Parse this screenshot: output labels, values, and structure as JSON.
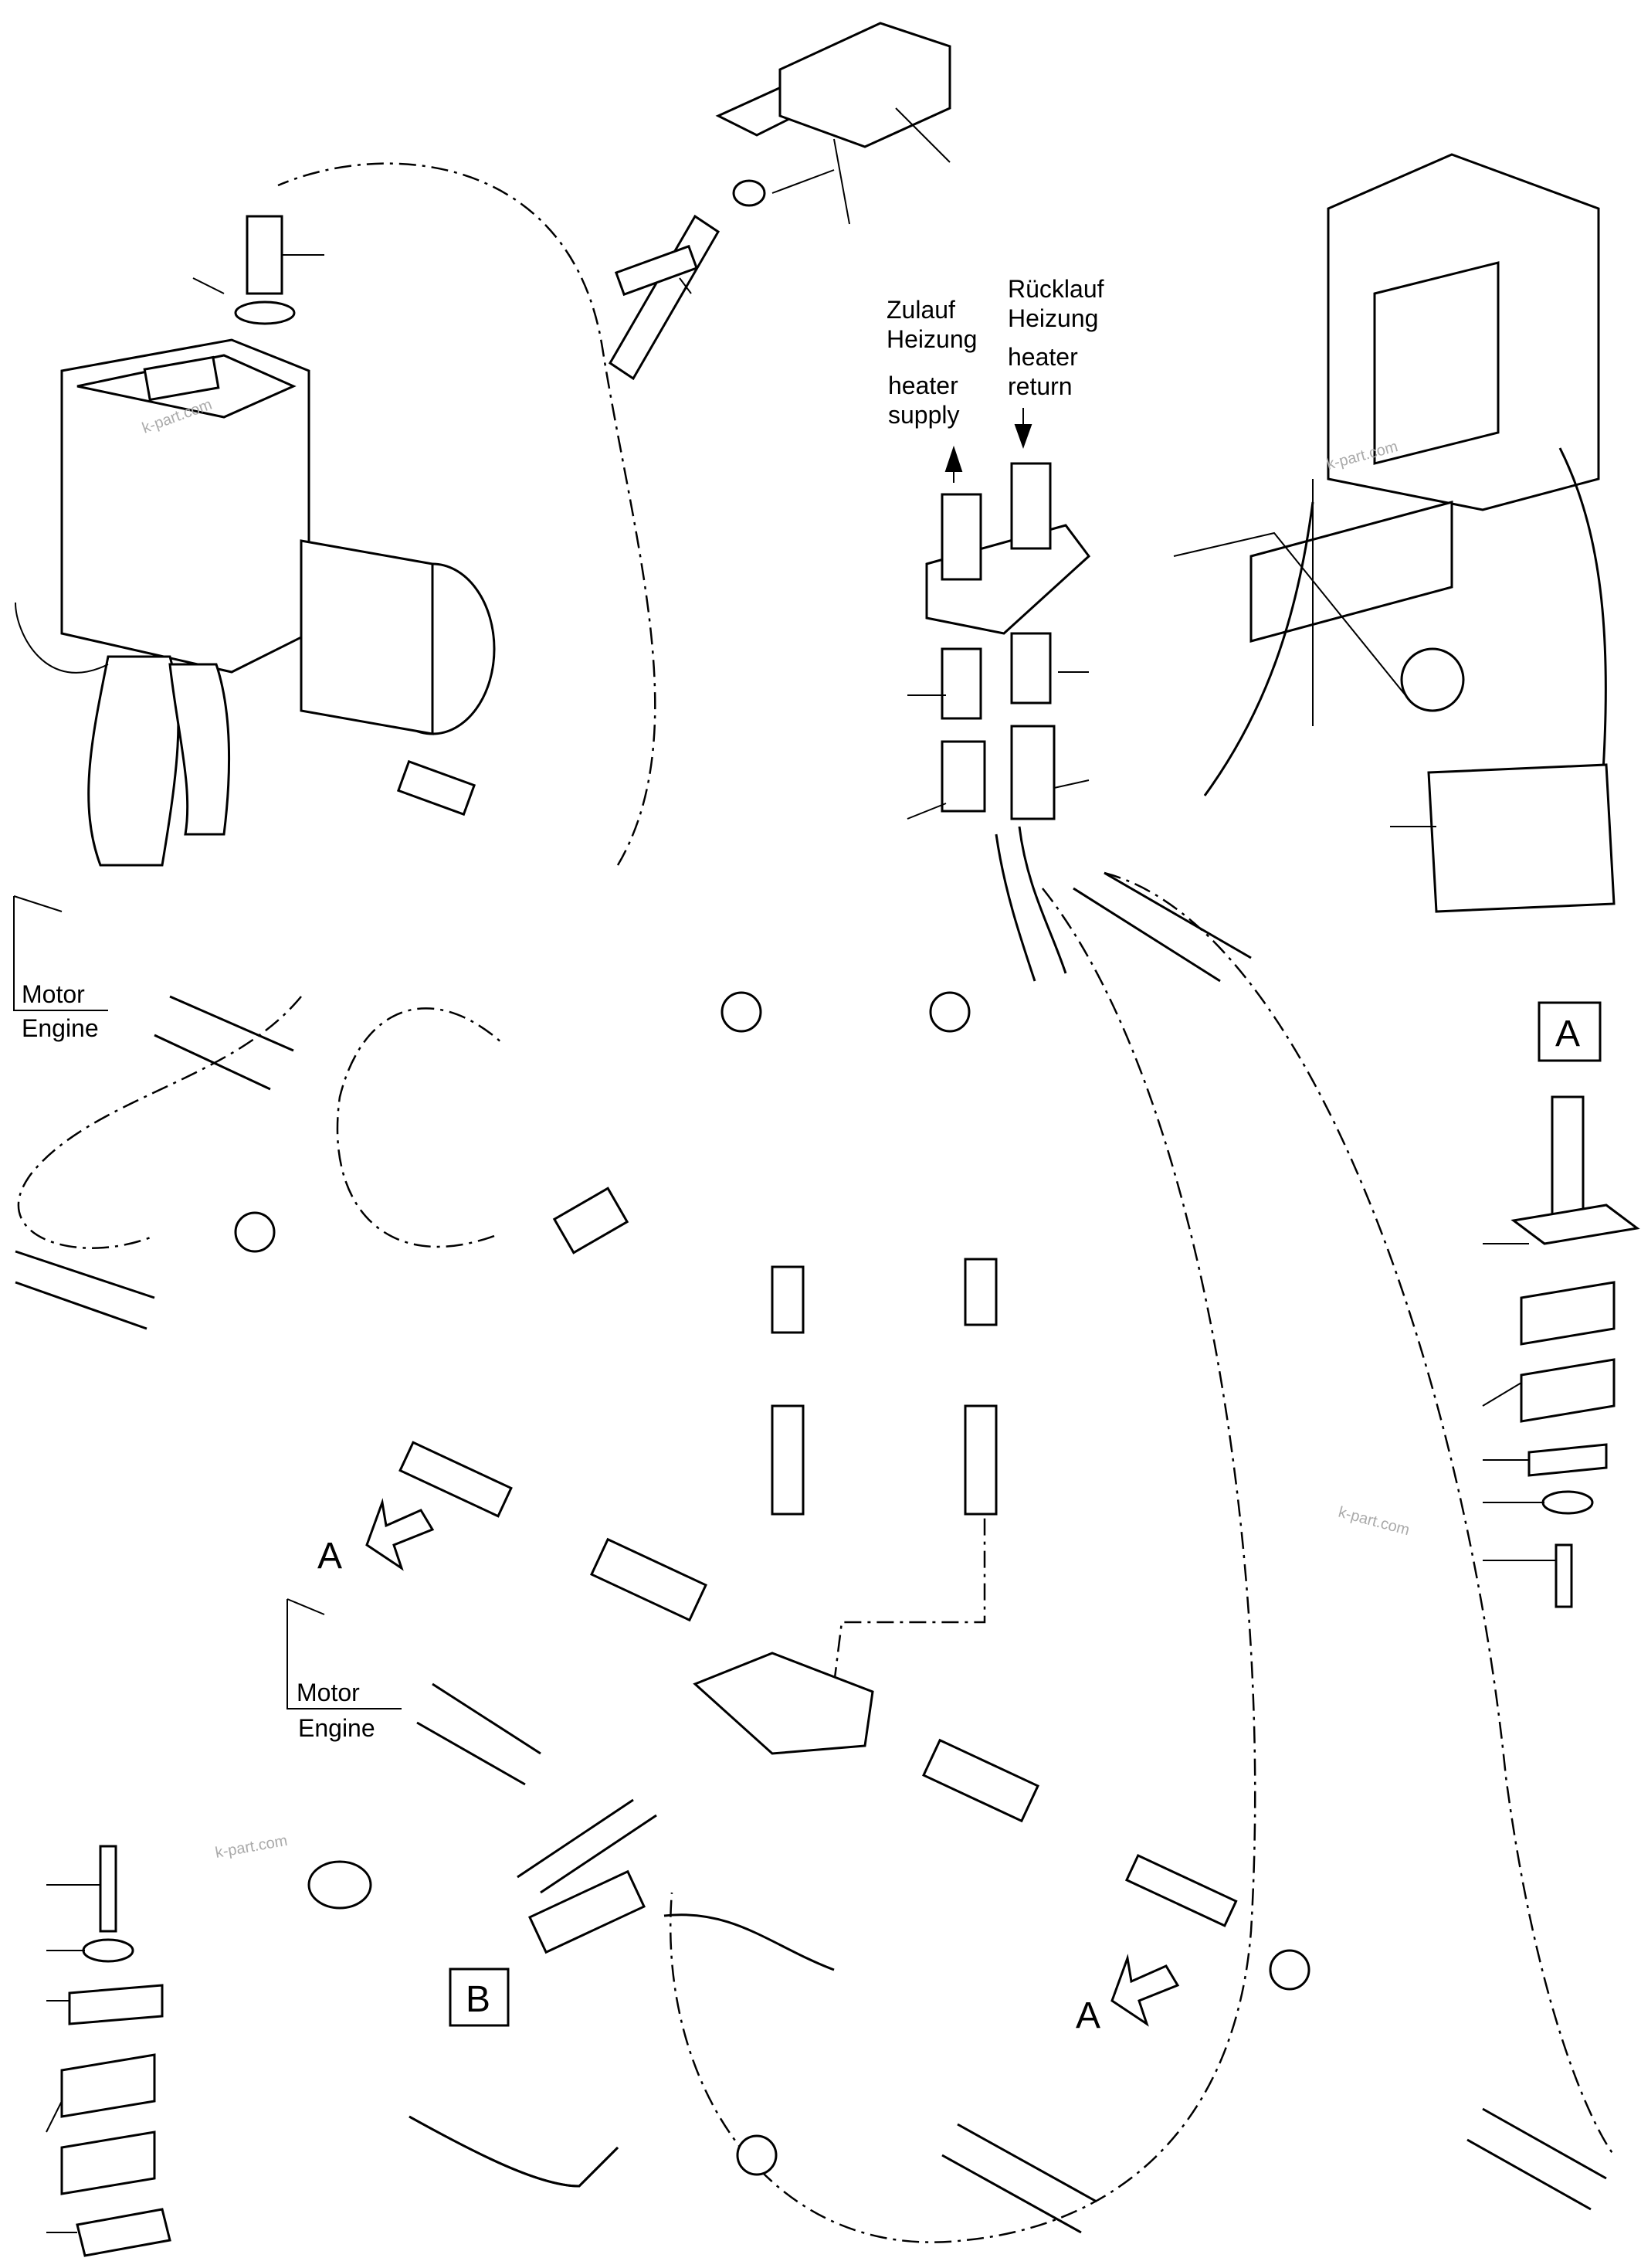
{
  "labels": {
    "supply_de": [
      "Zulauf",
      "Heizung"
    ],
    "supply_en": [
      "heater",
      "supply"
    ],
    "return_de": [
      "Rücklauf",
      "Heizung"
    ],
    "return_en": [
      "heater",
      "return"
    ],
    "engine_1": {
      "de": "Motor",
      "en": "Engine"
    },
    "engine_2": {
      "de": "Motor",
      "en": "Engine"
    },
    "detail_a_box": "A",
    "detail_b_box": "B",
    "view_a_arrow_1": "A",
    "view_a_arrow_2": "A"
  },
  "watermark": "k-part.com",
  "colors": {
    "line": "#000000",
    "background": "#ffffff",
    "watermark": "#aaaaaa"
  }
}
